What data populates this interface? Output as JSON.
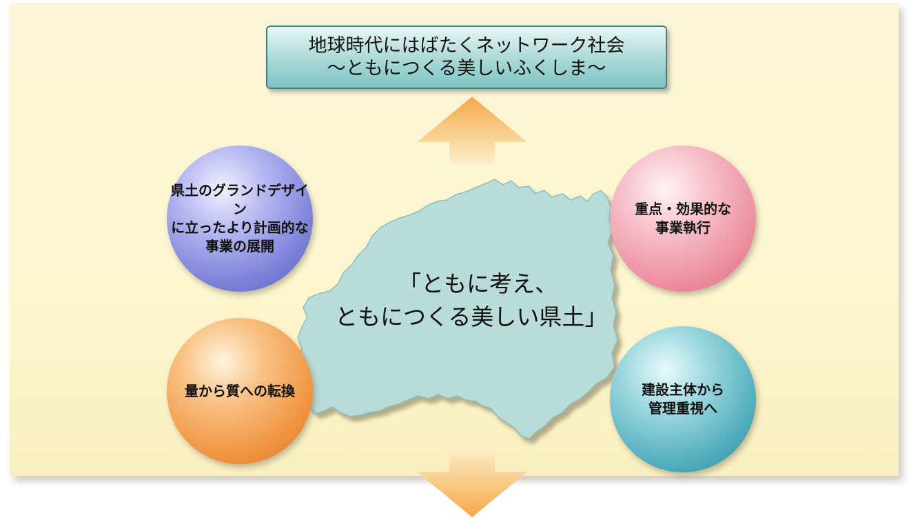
{
  "header": {
    "line1": "地球時代にはばたくネットワーク社会",
    "line2": "〜ともにつくる美しいふくしま〜"
  },
  "center": {
    "line1": "「ともに考え、",
    "line2": "ともにつくる美しい県土」"
  },
  "principles": {
    "top_left": "県土のグランドデザイン\nに立ったより計画的な\n事業の展開",
    "bottom_left": "量から質への転換",
    "top_right": "重点・効果的な\n事業執行",
    "bottom_right": "建設主体から\n管理重視へ"
  },
  "colors": {
    "panel": "#fdf6cf",
    "title_box": "#a8d8d6",
    "map": "#b9dcd8",
    "arrow": "#f4b860",
    "ball_blue": "#7b80d8",
    "ball_orange": "#f0933f",
    "ball_pink": "#ec8e9f",
    "ball_teal": "#4fadbc"
  }
}
